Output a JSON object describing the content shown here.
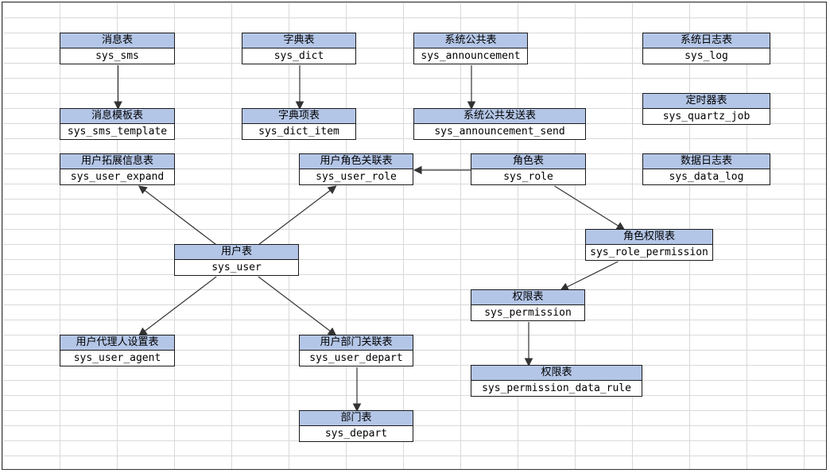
{
  "diagram": {
    "tables": {
      "sys_sms": {
        "label": "消息表",
        "name": "sys_sms"
      },
      "sys_dict": {
        "label": "字典表",
        "name": "sys_dict"
      },
      "sys_announcement": {
        "label": "系统公共表",
        "name": "sys_announcement"
      },
      "sys_log": {
        "label": "系统日志表",
        "name": "sys_log"
      },
      "sys_sms_template": {
        "label": "消息模板表",
        "name": "sys_sms_template"
      },
      "sys_dict_item": {
        "label": "字典项表",
        "name": "sys_dict_item"
      },
      "sys_announcement_send": {
        "label": "系统公共发送表",
        "name": "sys_announcement_send"
      },
      "sys_quartz_job": {
        "label": "定时器表",
        "name": "sys_quartz_job"
      },
      "sys_user_expand": {
        "label": "用户拓展信息表",
        "name": "sys_user_expand"
      },
      "sys_user_role": {
        "label": "用户角色关联表",
        "name": "sys_user_role"
      },
      "sys_role": {
        "label": "角色表",
        "name": "sys_role"
      },
      "sys_data_log": {
        "label": "数据日志表",
        "name": "sys_data_log"
      },
      "sys_role_permission": {
        "label": "角色权限表",
        "name": "sys_role_permission"
      },
      "sys_user": {
        "label": "用户表",
        "name": "sys_user"
      },
      "sys_permission": {
        "label": "权限表",
        "name": "sys_permission"
      },
      "sys_user_agent": {
        "label": "用户代理人设置表",
        "name": "sys_user_agent"
      },
      "sys_user_depart": {
        "label": "用户部门关联表",
        "name": "sys_user_depart"
      },
      "sys_permission_data_rule": {
        "label": "权限表",
        "name": "sys_permission_data_rule"
      },
      "sys_depart": {
        "label": "部门表",
        "name": "sys_depart"
      }
    },
    "relations": [
      [
        "sys_sms",
        "sys_sms_template"
      ],
      [
        "sys_dict",
        "sys_dict_item"
      ],
      [
        "sys_announcement",
        "sys_announcement_send"
      ],
      [
        "sys_user",
        "sys_user_expand"
      ],
      [
        "sys_user",
        "sys_user_role"
      ],
      [
        "sys_role",
        "sys_user_role"
      ],
      [
        "sys_role",
        "sys_role_permission"
      ],
      [
        "sys_role_permission",
        "sys_permission"
      ],
      [
        "sys_permission",
        "sys_permission_data_rule"
      ],
      [
        "sys_user",
        "sys_user_agent"
      ],
      [
        "sys_user",
        "sys_user_depart"
      ],
      [
        "sys_user_depart",
        "sys_depart"
      ]
    ],
    "colors": {
      "header_fill": "#b4c6e7",
      "border": "#1a1a1a",
      "arrow": "#333333",
      "gridline": "#d9d9d9"
    }
  }
}
